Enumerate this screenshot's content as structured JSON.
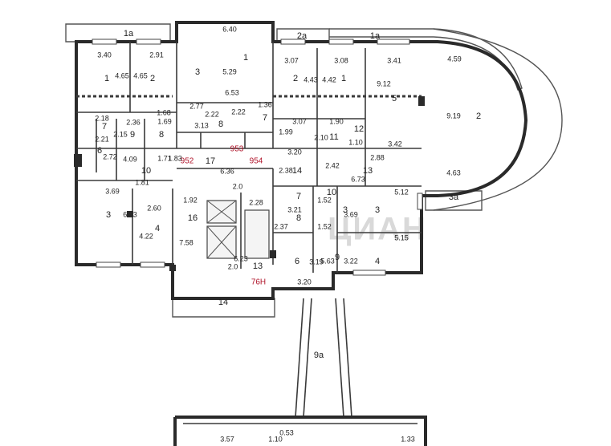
{
  "plan": {
    "watermark": "ЦИАН",
    "apartments": [
      "952",
      "953",
      "954",
      "76Н"
    ],
    "rooms": [
      "1a",
      "1a",
      "2a",
      "1",
      "2",
      "3",
      "1",
      "2",
      "1",
      "2",
      "5",
      "3",
      "8",
      "8",
      "7",
      "7",
      "9",
      "6",
      "12",
      "11",
      "13",
      "10",
      "17",
      "14",
      "16",
      "3",
      "4",
      "8",
      "7",
      "10",
      "3",
      "9",
      "13",
      "6",
      "4",
      "3a",
      "14",
      "9a"
    ],
    "dims": [
      "6.40",
      "3.40",
      "2.91",
      "4.65",
      "4.65",
      "5.29",
      "2.77",
      "2.22",
      "6.53",
      "1.36",
      "3.13",
      "2.22",
      "3.07",
      "4.43",
      "3.08",
      "4.42",
      "3.41",
      "4.59",
      "9.12",
      "9.19",
      "1.68",
      "1.69",
      "2.18",
      "2.36",
      "2.21",
      "2.15",
      "2.72",
      "4.09",
      "1.83",
      "1.71",
      "6.36",
      "3.07",
      "1.99",
      "1.90",
      "2.10",
      "1.10",
      "3.42",
      "2.88",
      "3.20",
      "2.38",
      "2.42",
      "6.73",
      "4.63",
      "1.81",
      "3.69",
      "6.03",
      "2.60",
      "4.22",
      "1.92",
      "2.28",
      "7.58",
      "6.23",
      "5.12",
      "3.21",
      "3.69",
      "2.37",
      "1.52",
      "1.52",
      "5.15",
      "3.22",
      "3.19",
      "5.63",
      "3.20",
      "2.0",
      "2.0",
      "1.10",
      "1.33",
      "0.53",
      "3.57"
    ]
  }
}
